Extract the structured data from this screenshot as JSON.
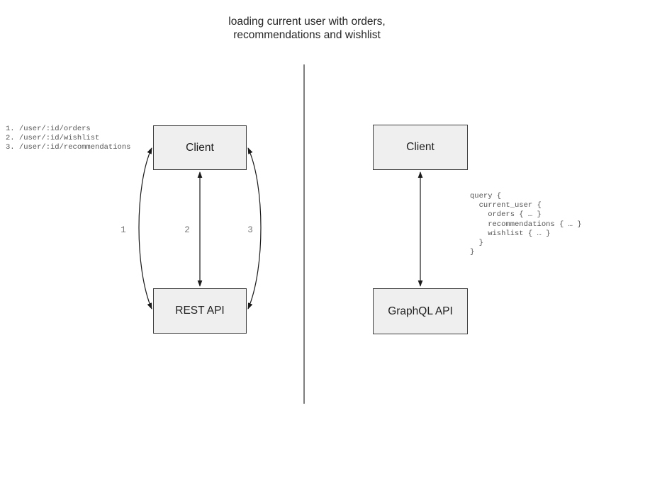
{
  "title": "loading current user with orders,\nrecommendations and wishlist",
  "left_diagram": {
    "endpoints": "1. /user/:id/orders\n2. /user/:id/wishlist\n3. /user/:id/recommendations",
    "client_label": "Client",
    "api_label": "REST API",
    "arrow_labels": [
      "1",
      "2",
      "3"
    ]
  },
  "right_diagram": {
    "client_label": "Client",
    "api_label": "GraphQL API",
    "query": "query {\n  current_user {\n    orders { … }\n    recommendations { … }\n    wishlist { … }\n  }\n}"
  },
  "icons": {
    "arrow_style": "double-headed-arrow"
  },
  "colors": {
    "box_fill": "#efefef",
    "box_border": "#3f3f3f",
    "arrow": "#1a1a1a",
    "divider": "#7e7e7e",
    "code_text": "#555555",
    "label_text": "#777777",
    "title_text": "#262626"
  }
}
